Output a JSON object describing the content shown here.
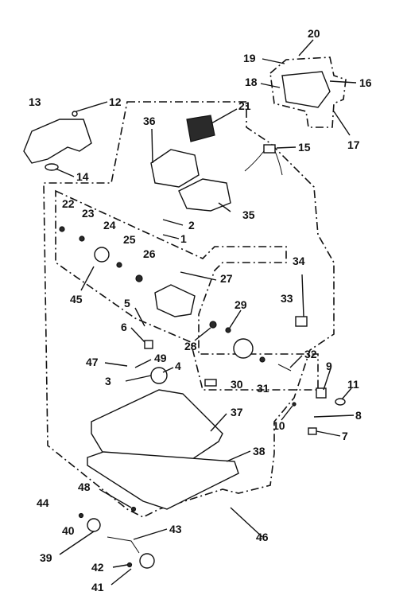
{
  "diagram": {
    "labels": [
      "1",
      "2",
      "3",
      "4",
      "5",
      "6",
      "7",
      "8",
      "9",
      "10",
      "11",
      "12",
      "13",
      "14",
      "15",
      "16",
      "17",
      "18",
      "19",
      "20",
      "21",
      "22",
      "23",
      "24",
      "25",
      "26",
      "27",
      "28",
      "29",
      "30",
      "31",
      "32",
      "33",
      "34",
      "35",
      "36",
      "37",
      "38",
      "39",
      "40",
      "41",
      "42",
      "43",
      "44",
      "45",
      "46",
      "47",
      "48",
      "49"
    ]
  }
}
